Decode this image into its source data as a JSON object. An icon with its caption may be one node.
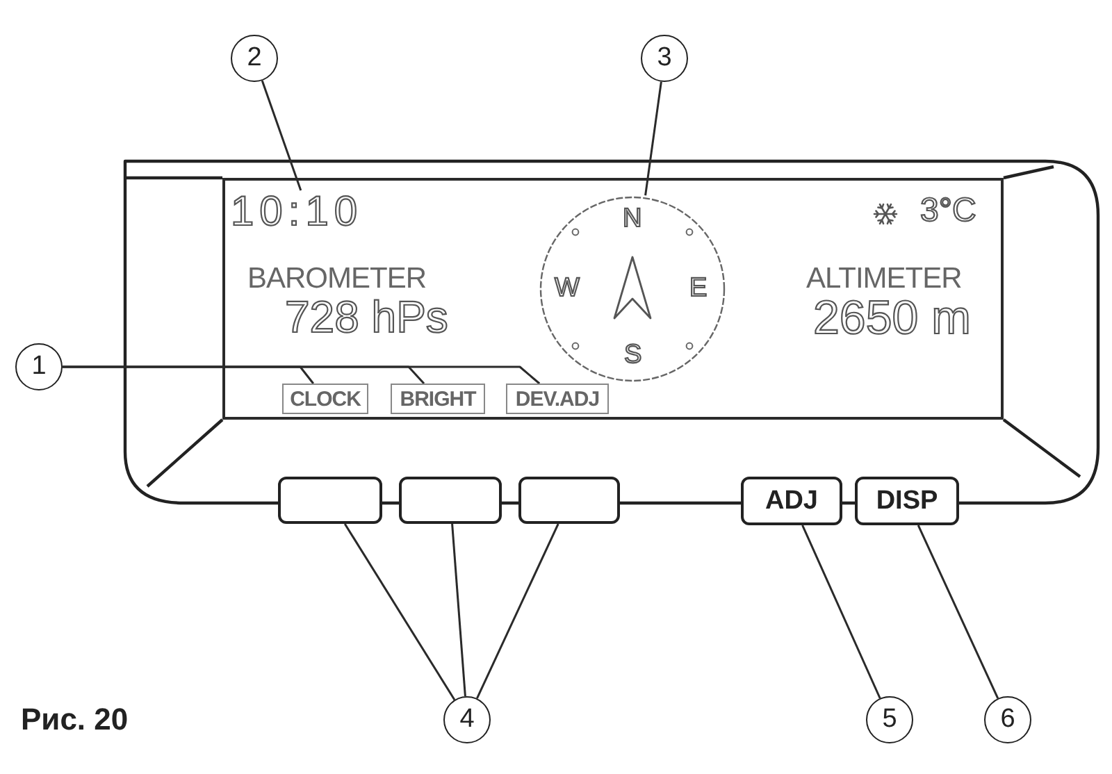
{
  "diagram": {
    "caption": "Рис. 20",
    "nodes": [
      {
        "text": [
          "2"
        ]
      },
      {
        "text": [
          "3"
        ]
      },
      {
        "text": [
          "3°C",
          "BAROMETER",
          "728 hPs",
          "ALTIMETER",
          "2650 m"
        ]
      },
      {
        "text": [
          "10:10"
        ],
        "in": 2
      },
      {
        "text": [
          "N",
          "W",
          "E",
          "S"
        ],
        "in": 2
      },
      {
        "text": [
          "1"
        ]
      },
      {
        "text": [
          "CLOCK"
        ],
        "in": 2
      },
      {
        "text": [
          "BRIGHT"
        ],
        "in": 2
      },
      {
        "text": [
          "DEV.ADJ"
        ],
        "in": 2
      },
      {
        "text": [],
        "shape": "box"
      },
      {
        "text": [],
        "shape": "box"
      },
      {
        "text": [],
        "shape": "box"
      },
      {
        "text": [
          "ADJ"
        ]
      },
      {
        "text": [
          "DISP"
        ]
      },
      {
        "text": [
          "4"
        ]
      },
      {
        "text": [
          "5"
        ]
      },
      {
        "text": [
          "6"
        ]
      }
    ],
    "edges": [
      {
        "from": 5,
        "to": 6,
        "arrow": "none"
      },
      {
        "from": 5,
        "to": 7,
        "arrow": "none"
      },
      {
        "from": 5,
        "to": 8,
        "arrow": "none"
      },
      {
        "from": 0,
        "to": 3,
        "arrow": "none"
      },
      {
        "from": 1,
        "to": 4,
        "arrow": "none"
      },
      {
        "from": 14,
        "to": 9,
        "arrow": "none"
      },
      {
        "from": 14,
        "to": 10,
        "arrow": "none"
      },
      {
        "from": 14,
        "to": 11,
        "arrow": "none"
      },
      {
        "from": 15,
        "to": 12,
        "arrow": "none"
      },
      {
        "from": 16,
        "to": 13,
        "arrow": "none"
      }
    ]
  }
}
